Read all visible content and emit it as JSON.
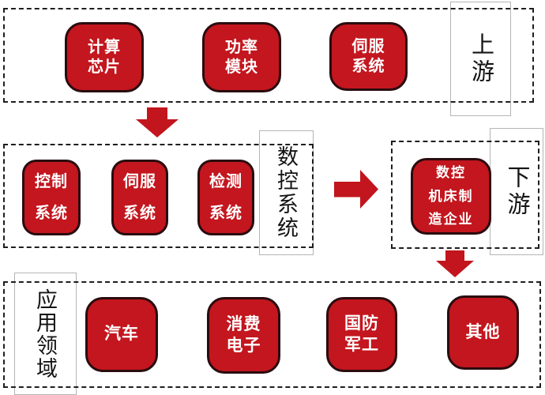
{
  "colors": {
    "box_red": "#C3161E",
    "box_border": "#2A0C0F",
    "arrow_red": "#C2151D",
    "dashed_border": "#1E1E1E",
    "frame_gray": "#B5B5B5",
    "label_black": "#141414"
  },
  "upstream": {
    "label": "上游",
    "boxes": [
      {
        "label": "计算\n芯片"
      },
      {
        "label": "功率\n模块"
      },
      {
        "label": "伺服\n系统"
      }
    ]
  },
  "cnc_system": {
    "label": "数控系统",
    "boxes": [
      {
        "label": "控制\n系统"
      },
      {
        "label": "伺服\n系统"
      },
      {
        "label": "检测\n系统"
      }
    ]
  },
  "downstream": {
    "label": "下游",
    "manufacturer": {
      "label": "数控\n机床制\n造企业"
    }
  },
  "application": {
    "label": "应用领域",
    "boxes": [
      {
        "label": "汽车"
      },
      {
        "label": "消费\n电子"
      },
      {
        "label": "国防\n军工"
      },
      {
        "label": "其他"
      }
    ]
  }
}
